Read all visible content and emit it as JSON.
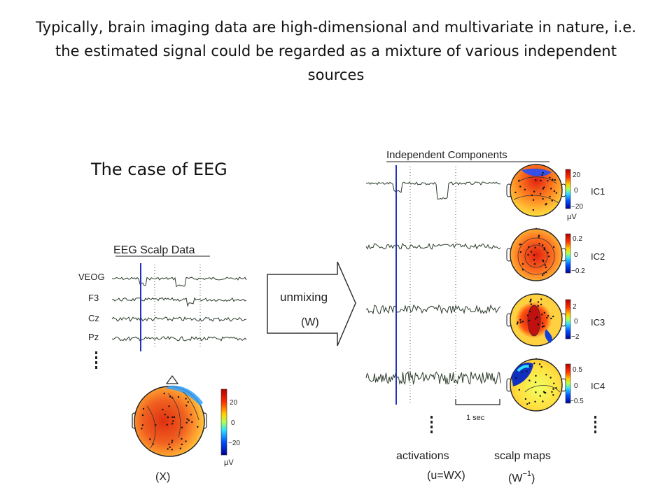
{
  "caption": "Typically, brain imaging data are high-dimensional and multivariate in nature, i.e. the estimated signal could be regarded as a mixture of various independent sources",
  "case_title": "The case of EEG",
  "scalp_data": {
    "title": "EEG Scalp Data",
    "channels": [
      "VEOG",
      "F3",
      "Cz",
      "Pz"
    ],
    "map_label": "(X)",
    "colorbar": {
      "max": "20",
      "mid": "0",
      "min": "−20",
      "unit": "µV"
    }
  },
  "unmixing": {
    "label": "unmixing",
    "symbol": "(W)"
  },
  "components": {
    "title": "Independent Components",
    "items": [
      {
        "name": "IC1",
        "max": "20",
        "mid": "0",
        "min": "−20",
        "unit": "µV"
      },
      {
        "name": "IC2",
        "max": "0.2",
        "mid": "0",
        "min": "−0.2"
      },
      {
        "name": "IC3",
        "max": "2",
        "mid": "0",
        "min": "−2"
      },
      {
        "name": "IC4",
        "max": "0.5",
        "mid": "0",
        "min": "−0.5"
      }
    ],
    "time_scale": "1 sec",
    "activations_label": "activations",
    "activations_formula": "(u=WX)",
    "scalp_maps_label": "scalp maps",
    "scalp_maps_formula_base": "(W",
    "scalp_maps_formula_exp": "−1",
    "scalp_maps_formula_close": ")"
  },
  "colors": {
    "trace": "#2a3a2a",
    "cursor": "#2233bb",
    "arrow": "#333333"
  }
}
